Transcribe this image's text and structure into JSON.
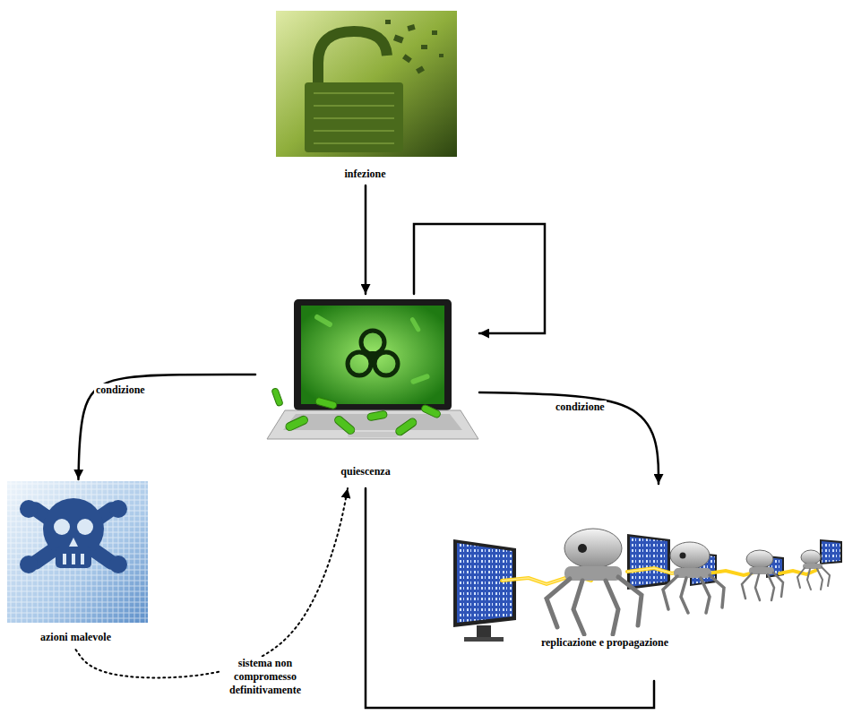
{
  "diagram": {
    "nodes": [
      {
        "text": [
          "infezione"
        ]
      },
      {
        "text": [
          "quiescenza"
        ]
      },
      {
        "text": [
          "azioni malevole"
        ]
      },
      {
        "text": [
          "replicazione e propagazione"
        ]
      }
    ],
    "edges": [
      {
        "from": 0,
        "to": 1,
        "arrow": "to"
      },
      {
        "from": 1,
        "to": 1,
        "arrow": "to"
      },
      {
        "from": 1,
        "to": 2,
        "label": "condizione",
        "arrow": "to"
      },
      {
        "from": 1,
        "to": 3,
        "label": "condizione",
        "arrow": "to"
      },
      {
        "from": 2,
        "to": 1,
        "label": "sistema non compromesso definitivamente",
        "arrow": "to"
      },
      {
        "from": 1,
        "to": 3,
        "arrow": "none"
      }
    ]
  }
}
